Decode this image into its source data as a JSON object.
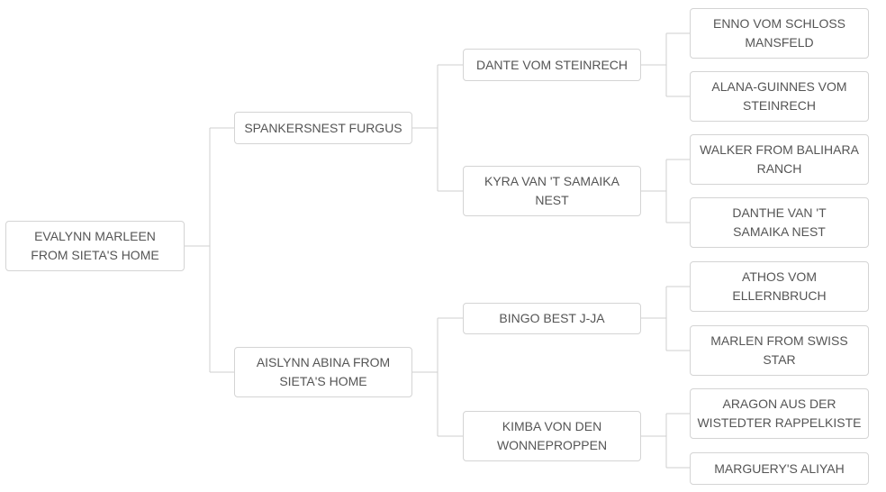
{
  "pedigree": {
    "subject": "EVALYNN MARLEEN FROM SIETA'S HOME",
    "sire": {
      "name": "SPANKERSNEST FURGUS",
      "sire": {
        "name": "DANTE VOM STEINRECH",
        "sire": {
          "name": "ENNO VOM SCHLOSS MANSFELD"
        },
        "dam": {
          "name": "ALANA-GUINNES VOM STEINRECH"
        }
      },
      "dam": {
        "name": "KYRA VAN 'T SAMAIKA NEST",
        "sire": {
          "name": "WALKER FROM BALIHARA RANCH"
        },
        "dam": {
          "name": "DANTHE VAN 'T SAMAIKA NEST"
        }
      }
    },
    "dam": {
      "name": "AISLYNN ABINA FROM SIETA'S HOME",
      "sire": {
        "name": "BINGO BEST J-JA",
        "sire": {
          "name": "ATHOS VOM ELLERNBRUCH"
        },
        "dam": {
          "name": "MARLEN FROM SWISS STAR"
        }
      },
      "dam": {
        "name": "KIMBA VON DEN WONNEPROPPEN",
        "sire": {
          "name": "ARAGON AUS DER WISTEDTER RAPPELKISTE"
        },
        "dam": {
          "name": "MARGUERY'S ALIYAH"
        }
      }
    }
  }
}
